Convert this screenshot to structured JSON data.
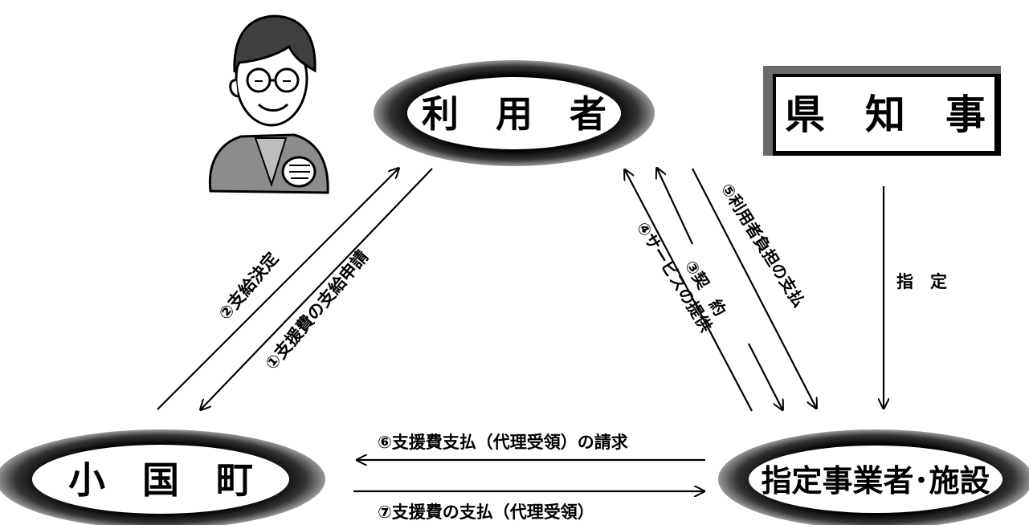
{
  "nodes": {
    "user": "利　用　者",
    "governor": "県　知　事",
    "town": "小　国　町",
    "provider": "指定事業者･施設"
  },
  "edges": {
    "e1": "①支援費の支給申請",
    "e2": "②支給決定",
    "e3": "③契　約",
    "e4": "④サービスの提供",
    "e5": "⑤利用者負担の支払",
    "e6": "⑥支援費支払（代理受領）の請求",
    "e7": "⑦支援費の支払（代理受領）",
    "designation": "指　定"
  },
  "colors": {
    "ink": "#000000",
    "shadow": "#5a5a5a",
    "figure_gray": "#8c8c8c",
    "figure_dark": "#3f3f3f"
  },
  "icons": {
    "person": "person-illustration-icon"
  }
}
